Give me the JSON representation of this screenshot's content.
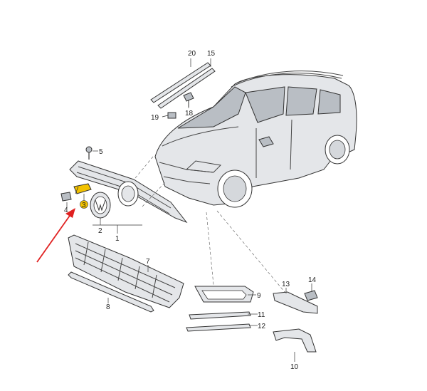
{
  "callouts": [
    {
      "id": "c1",
      "label": "1"
    },
    {
      "id": "c2",
      "label": "2"
    },
    {
      "id": "c3",
      "label": "3"
    },
    {
      "id": "c4",
      "label": "4"
    },
    {
      "id": "c5",
      "label": "5"
    },
    {
      "id": "c7",
      "label": "7"
    },
    {
      "id": "c8",
      "label": "8"
    },
    {
      "id": "c9",
      "label": "9"
    },
    {
      "id": "c10",
      "label": "10"
    },
    {
      "id": "c11",
      "label": "11"
    },
    {
      "id": "c12",
      "label": "12"
    },
    {
      "id": "c13",
      "label": "13"
    },
    {
      "id": "c14",
      "label": "14"
    },
    {
      "id": "c15",
      "label": "15"
    },
    {
      "id": "c18",
      "label": "18"
    },
    {
      "id": "c19",
      "label": "19"
    },
    {
      "id": "c20",
      "label": "20"
    }
  ],
  "colors": {
    "highlight": "#f2c200",
    "arrow": "#e02020",
    "line": "#333333"
  }
}
